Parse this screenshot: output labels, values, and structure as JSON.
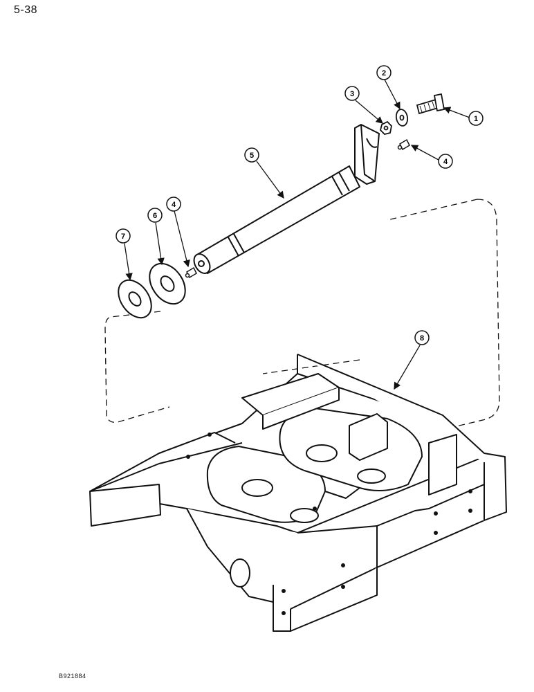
{
  "page_number": "5-38",
  "figure_code": "B921884",
  "callouts": {
    "c1": "1",
    "c2": "2",
    "c3": "3",
    "c4a": "4",
    "c4b": "4",
    "c5": "5",
    "c6": "6",
    "c7": "7",
    "c8": "8"
  },
  "parts": [
    {
      "id": "c1",
      "icon": "bolt-icon"
    },
    {
      "id": "c2",
      "icon": "washer-icon"
    },
    {
      "id": "c3",
      "icon": "nut-icon"
    },
    {
      "id": "c4",
      "icon": "grease-fitting-icon"
    },
    {
      "id": "c5",
      "icon": "pivot-shaft-icon"
    },
    {
      "id": "c6",
      "icon": "thrust-washer-icon"
    },
    {
      "id": "c7",
      "icon": "thrust-washer-icon"
    },
    {
      "id": "c8",
      "icon": "axle-support-casting-icon"
    }
  ]
}
